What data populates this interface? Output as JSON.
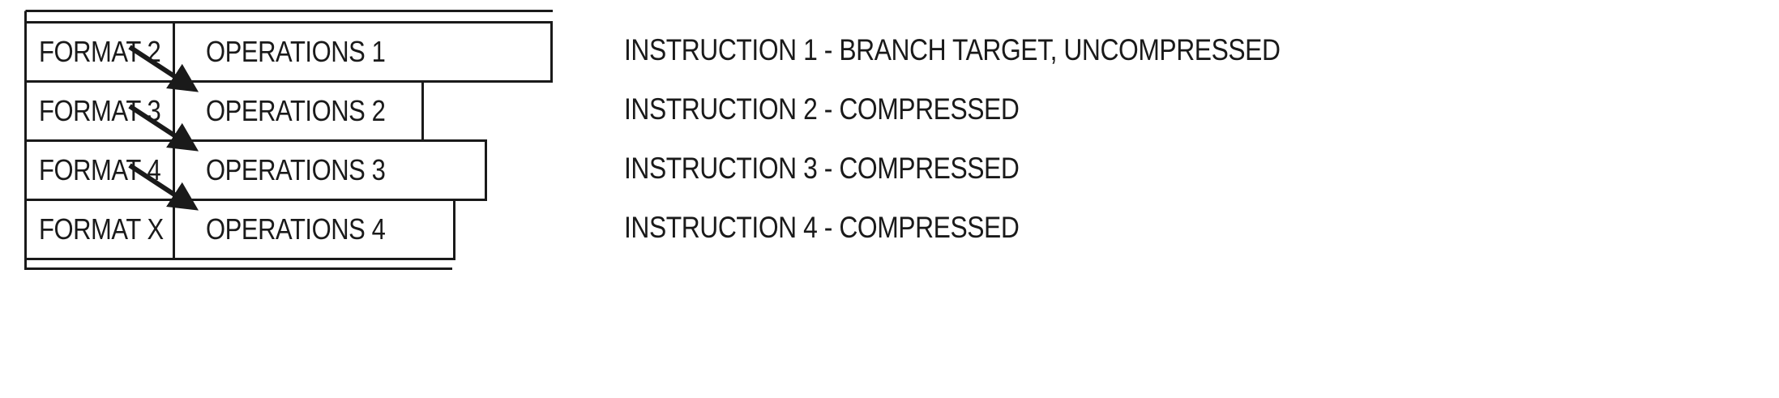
{
  "figure": {
    "rows": [
      {
        "format_label": "FORMAT 2",
        "operations_label": "OPERATIONS 1",
        "instruction_label": "INSTRUCTION 1 - BRANCH TARGET, UNCOMPRESSED"
      },
      {
        "format_label": "FORMAT 3",
        "operations_label": "OPERATIONS 2",
        "instruction_label": "INSTRUCTION 2 - COMPRESSED"
      },
      {
        "format_label": "FORMAT 4",
        "operations_label": "OPERATIONS 3",
        "instruction_label": "INSTRUCTION 3 - COMPRESSED"
      },
      {
        "format_label": "FORMAT X",
        "operations_label": "OPERATIONS 4",
        "instruction_label": "INSTRUCTION 4 - COMPRESSED"
      }
    ],
    "colors": {
      "ink": "#1a1a1a",
      "background": "#ffffff"
    }
  }
}
